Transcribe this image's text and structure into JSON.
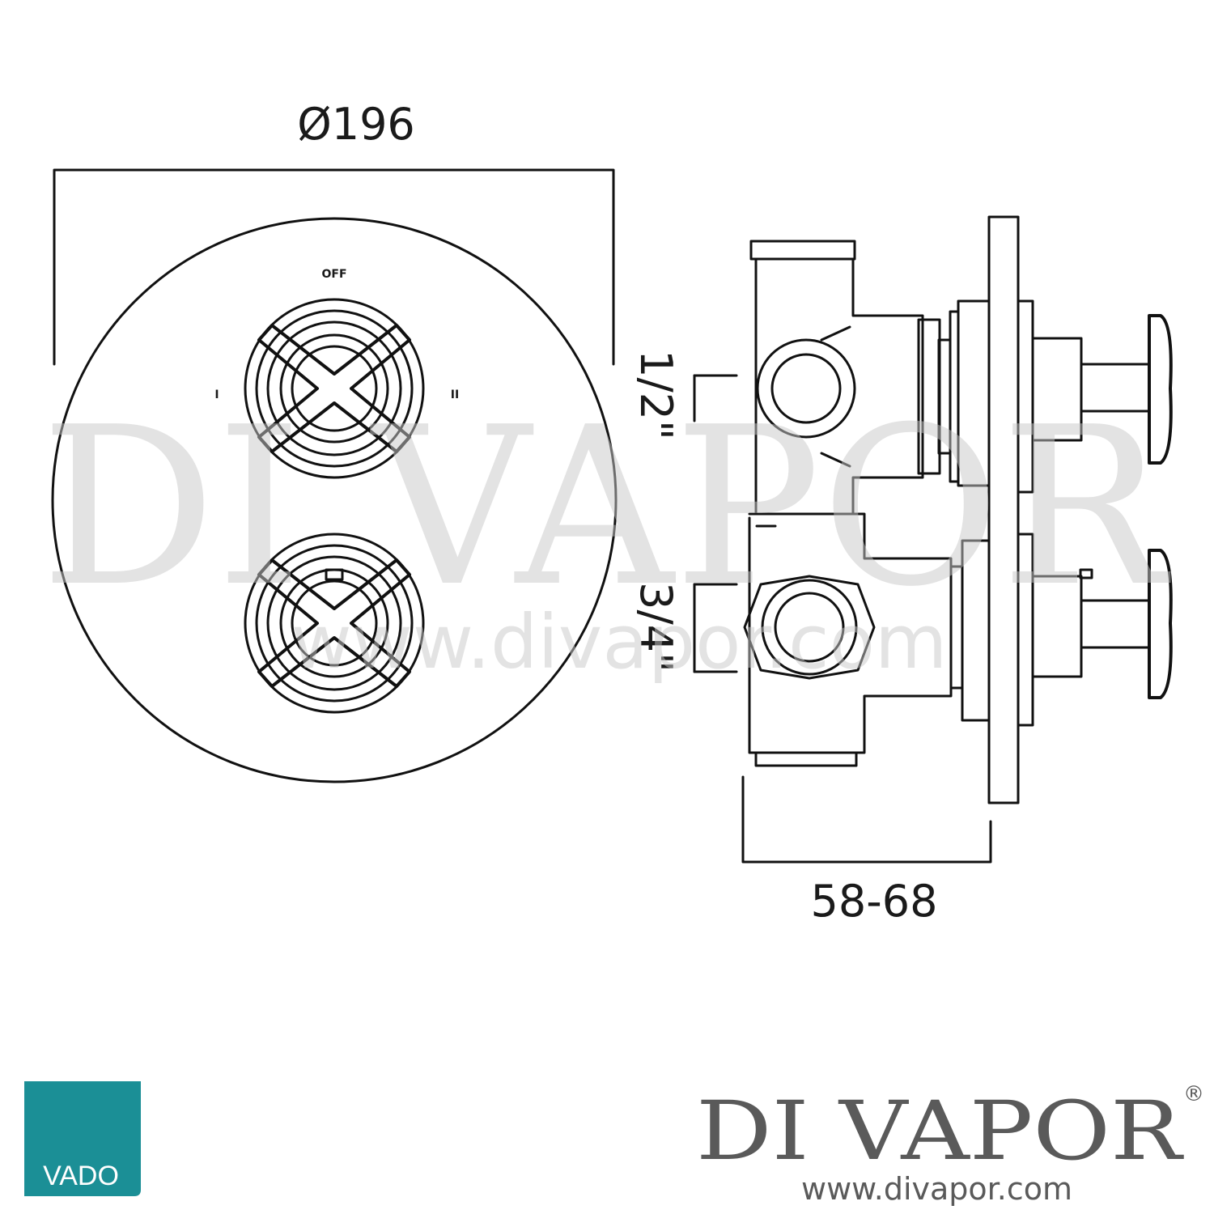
{
  "dimensions": {
    "diameter": "Ø196",
    "depth_range": "58-68",
    "inlet_top": "1/2\"",
    "inlet_bottom": "3/4\""
  },
  "plate_labels": {
    "off": "OFF",
    "position_one": "I",
    "position_two": "II"
  },
  "watermark": {
    "brand": "DI VAPOR",
    "url": "www.divapor.com"
  },
  "manufacturer_logo": {
    "text": "VADO",
    "color": "#1b8f96"
  },
  "footer": {
    "brand": "DI VAPOR",
    "registered": "®",
    "url": "www.divapor.com"
  }
}
